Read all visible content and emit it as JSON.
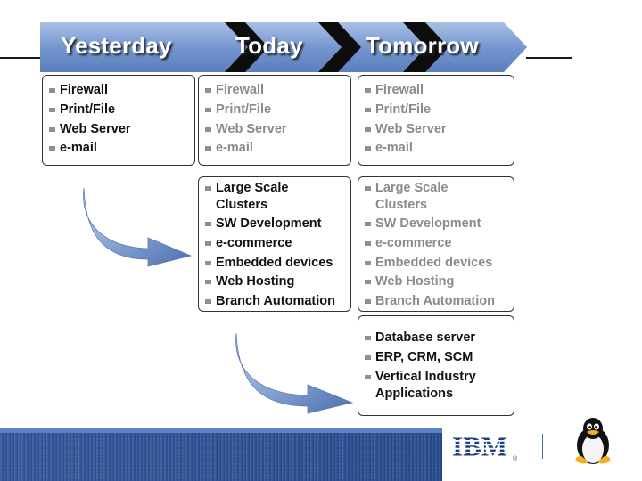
{
  "phases": {
    "yesterday": "Yesterday",
    "today": "Today",
    "tomorrow": "Tomorrow"
  },
  "boxes": {
    "yesterday_basic": [
      "Firewall",
      "Print/File",
      "Web Server",
      "e-mail"
    ],
    "today_basic": [
      "Firewall",
      "Print/File",
      "Web Server",
      "e-mail"
    ],
    "tomorrow_basic": [
      "Firewall",
      "Print/File",
      "Web Server",
      "e-mail"
    ],
    "today_advanced": [
      "Large Scale Clusters",
      "SW Development",
      "e-commerce",
      "Embedded devices",
      "Web Hosting",
      "Branch Automation"
    ],
    "tomorrow_advanced": [
      "Large Scale Clusters",
      "SW Development",
      "e-commerce",
      "Embedded devices",
      "Web Hosting",
      "Branch Automation"
    ],
    "tomorrow_enterprise": [
      "Database server",
      "ERP, CRM, SCM",
      "Vertical Industry Applications"
    ]
  },
  "logo": {
    "brand": "IBM",
    "mark": "®"
  },
  "colors": {
    "banner": "#6f93c9",
    "banner_dark": "#2f4f8f",
    "footer": "#27488a",
    "arrow": "#7f9dcf"
  },
  "icons": [
    "tux-penguin-icon",
    "curved-arrow-icon",
    "bullet-icon"
  ]
}
